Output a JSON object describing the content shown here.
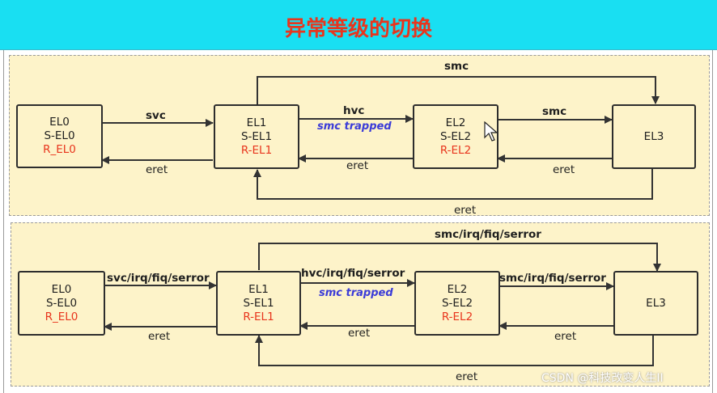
{
  "title": "异常等级的切换",
  "diagram_top": {
    "el0": {
      "line1": "EL0",
      "line2": "S-EL0",
      "line3": "R_EL0"
    },
    "el1": {
      "line1": "EL1",
      "line2": "S-EL1",
      "line3": "R-EL1"
    },
    "el2": {
      "line1": "EL2",
      "line2": "S-EL2",
      "line3": "R-EL2"
    },
    "el3": {
      "line1": "EL3"
    },
    "label_el0_el1_up": "svc",
    "label_el0_el1_down": "eret",
    "label_el1_el2_up": "hvc",
    "label_el1_el2_note": "smc trapped",
    "label_el1_el2_down": "eret",
    "label_el2_el3_up": "smc",
    "label_el2_el3_down": "eret",
    "label_el1_el3_top": "smc",
    "label_el3_el1_bottom": "eret"
  },
  "diagram_bottom": {
    "el0": {
      "line1": "EL0",
      "line2": "S-EL0",
      "line3": "R_EL0"
    },
    "el1": {
      "line1": "EL1",
      "line2": "S-EL1",
      "line3": "R-EL1"
    },
    "el2": {
      "line1": "EL2",
      "line2": "S-EL2",
      "line3": "R-EL2"
    },
    "el3": {
      "line1": "EL3"
    },
    "label_el0_el1_up": "svc/irq/fiq/serror",
    "label_el0_el1_down": "eret",
    "label_el1_el2_up": "hvc/irq/fiq/serror",
    "label_el1_el2_note": "smc trapped",
    "label_el1_el2_down": "eret",
    "label_el2_el3_up": "smc/irq/fiq/serror",
    "label_el2_el3_down": "eret",
    "label_el1_el3_top": "smc/irq/fiq/serror",
    "label_el3_el1_bottom": "eret"
  },
  "watermark": "CSDN @科技改变人生II",
  "colors": {
    "title_bar": "#19dff2",
    "title_text": "#e8351d",
    "panel": "#fdf3c9",
    "red_text": "#e8351d",
    "note_text": "#3b3bd8"
  }
}
